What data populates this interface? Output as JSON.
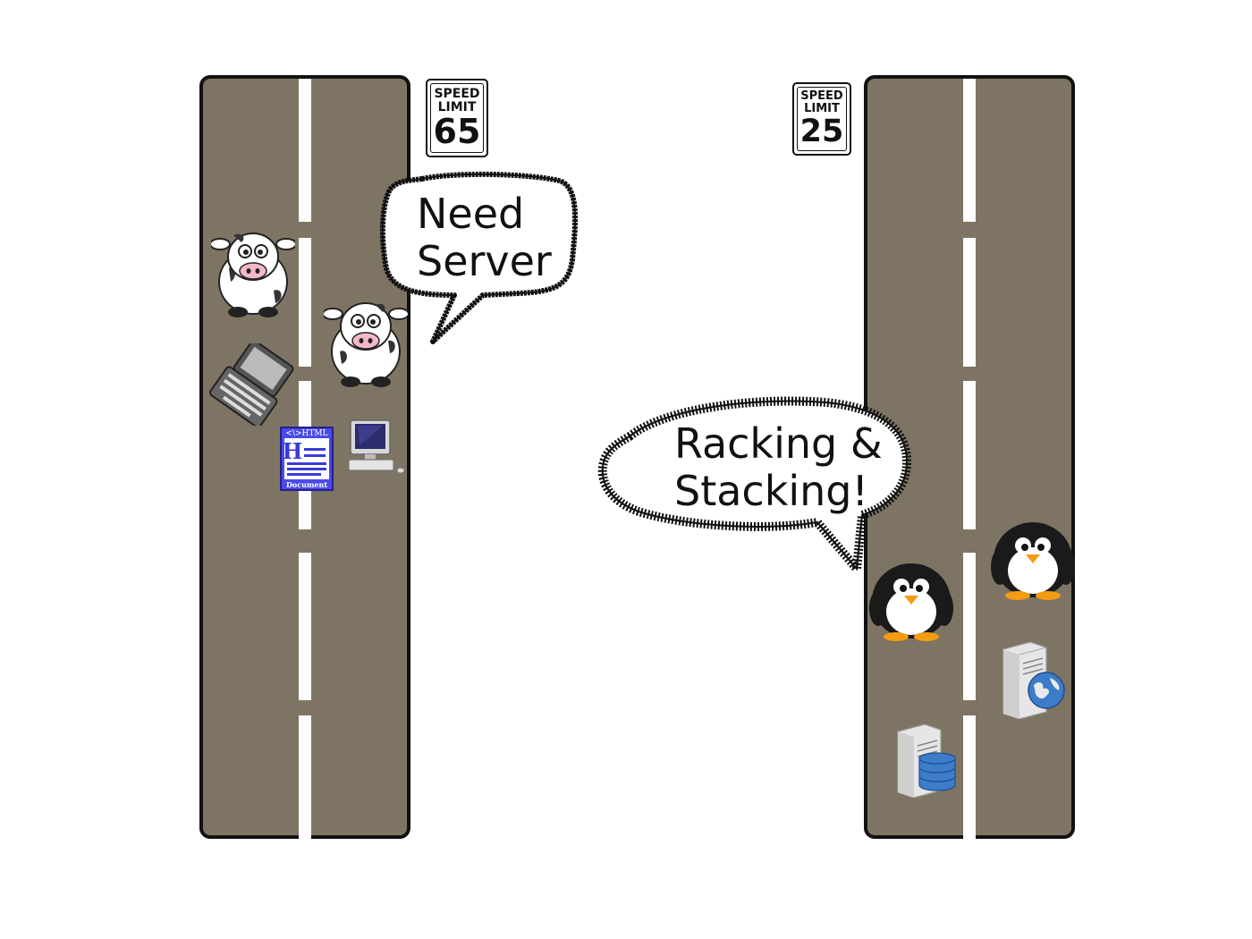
{
  "left_road": {
    "sign": {
      "line1": "SPEED",
      "line2": "LIMIT",
      "number": "65"
    },
    "bubble": {
      "line1": "Need",
      "line2": "Server"
    },
    "html_doc": {
      "top": "<\\>HTML",
      "letter": "H",
      "bottom": "Document"
    },
    "colors": {
      "road": "#7e7463",
      "line": "#ffffff"
    }
  },
  "right_road": {
    "sign": {
      "line1": "SPEED",
      "line2": "LIMIT",
      "number": "25"
    },
    "bubble": {
      "line1": "Racking &",
      "line2": "Stacking!"
    },
    "colors": {
      "road": "#7e7463",
      "line": "#ffffff"
    }
  },
  "icons": [
    "cow-icon",
    "laptop-icon",
    "html-document-icon",
    "desktop-computer-icon",
    "penguin-icon",
    "web-server-icon",
    "database-server-icon"
  ]
}
